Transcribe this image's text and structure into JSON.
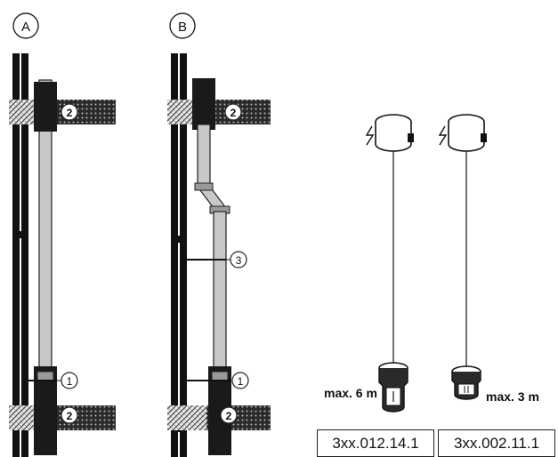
{
  "variants": [
    {
      "id": "A",
      "label": "A",
      "callouts": [
        "2",
        "1",
        "2"
      ]
    },
    {
      "id": "B",
      "label": "B",
      "callouts": [
        "2",
        "3",
        "1",
        "2"
      ]
    }
  ],
  "products": [
    {
      "max_length": "max. 6 m",
      "code": "3xx.012.14.1"
    },
    {
      "max_length": "max. 3 m",
      "code": "3xx.002.11.1"
    }
  ],
  "icons": {
    "pipe_clamp": "pipe-clamp-icon",
    "electric": "lightning-icon",
    "socket_fitting": "pipe-socket-icon"
  },
  "colors": {
    "line": "#111111",
    "pipe_fill": "#c8c8c8",
    "insulation": "#1a1a1a"
  }
}
